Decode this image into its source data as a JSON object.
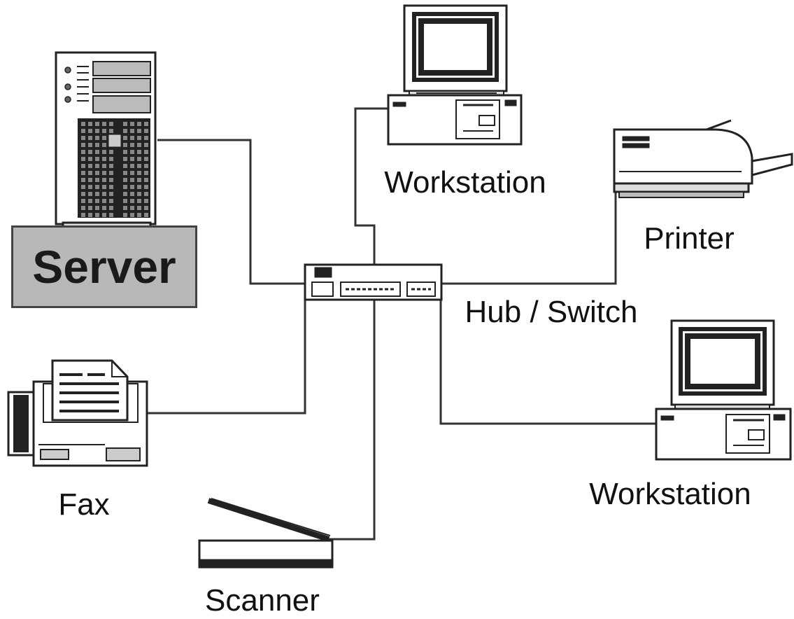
{
  "labels": {
    "server": "Server",
    "workstation_top": "Workstation",
    "printer": "Printer",
    "hub": "Hub / Switch",
    "workstation_bottom": "Workstation",
    "fax": "Fax",
    "scanner": "Scanner"
  },
  "devices": [
    {
      "id": "server",
      "icon": "server-tower-icon"
    },
    {
      "id": "workstation-top",
      "icon": "desktop-computer-icon"
    },
    {
      "id": "printer",
      "icon": "printer-icon"
    },
    {
      "id": "hub",
      "icon": "network-hub-icon"
    },
    {
      "id": "workstation-bottom",
      "icon": "desktop-computer-icon"
    },
    {
      "id": "fax",
      "icon": "fax-machine-icon"
    },
    {
      "id": "scanner",
      "icon": "flatbed-scanner-icon"
    }
  ],
  "colors": {
    "line": "#333333",
    "device_fill": "#ffffff",
    "device_stroke": "#222222",
    "server_label_bg": "#b8b8b8"
  }
}
